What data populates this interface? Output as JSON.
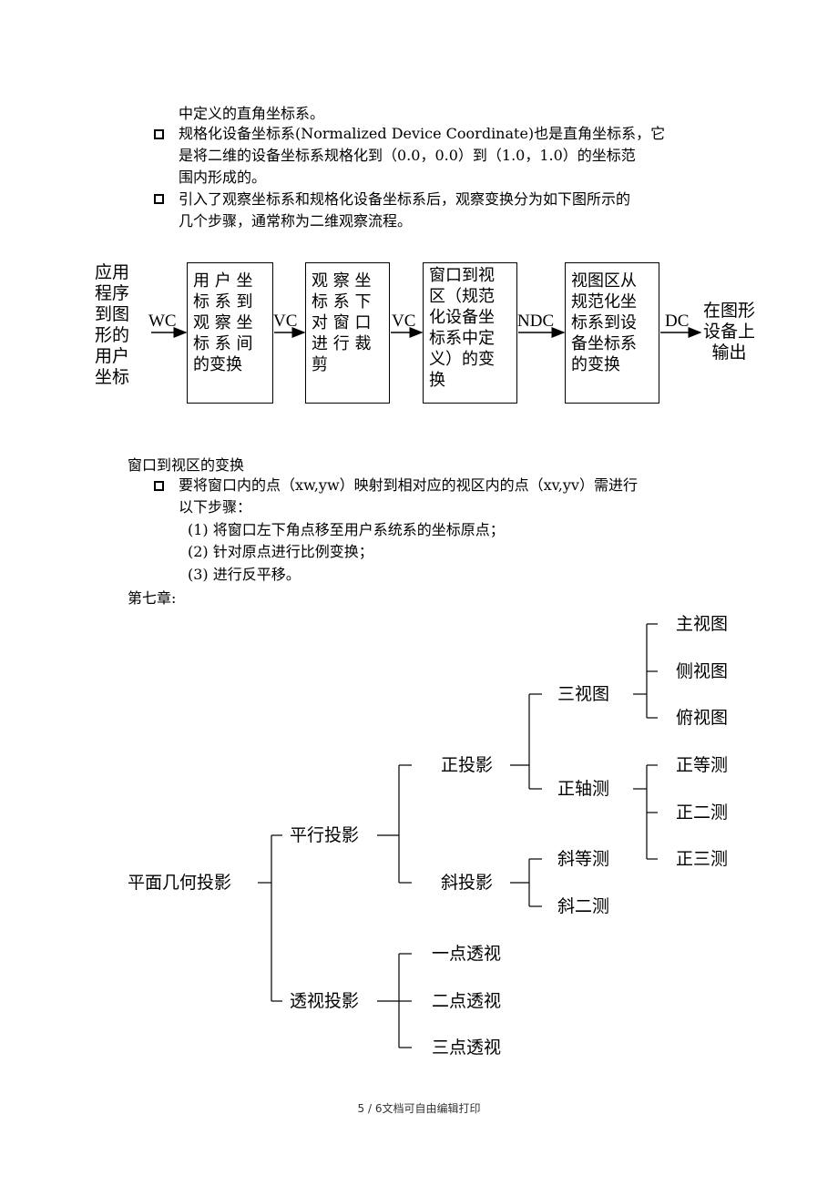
{
  "text": {
    "l1": "中定义的直角坐标系。",
    "b1a": "规格化设备坐标系(Normalized Device Coordinate)也是直角坐标系，它",
    "b1b": "是将二维的设备坐标系规格化到（0.0，0.0）到（1.0，1.0）的坐标范",
    "b1c": "围内形成的。",
    "b2a": "引入了观察坐标系和规格化设备坐标系后，观察变换分为如下图所示的",
    "b2b": "几个步骤，通常称为二维观察流程。",
    "section_title": "窗口到视区的变换",
    "b3a": "要将窗口内的点（xw,yw）映射到相对应的视区内的点（xv,yv）需进行",
    "b3b": "以下步骤：",
    "s1": "(1) 将窗口左下角点移至用户系统系的坐标原点；",
    "s2": "(2) 针对原点进行比例变换；",
    "s3": "(3) 进行反平移。",
    "chapter": "第七章:"
  },
  "flow": {
    "start": "应用\n程序\n到图\n形的\n用户\n坐标",
    "boxes": [
      "用 户 坐\n标 系 到\n观 察 坐\n标 系 间\n的变换",
      "观 察 坐\n标 系 下\n对 窗 口\n进 行 裁\n剪",
      "窗口到视\n区（规范\n化设备坐\n标系中定\n义）的变\n换",
      "视图区从\n规范化坐\n标系到设\n备坐标系\n的变换"
    ],
    "labels": [
      "WC",
      "VC",
      "VC",
      "NDC",
      "DC"
    ],
    "end": "在图形\n设备上\n输出"
  },
  "tree": {
    "root": "平面几何投影",
    "parallel": "平行投影",
    "perspective": "透视投影",
    "ortho": "正投影",
    "oblique": "斜投影",
    "three_view": "三视图",
    "axono": "正轴测",
    "main_view": "主视图",
    "side_view": "侧视图",
    "top_view": "俯视图",
    "iso": "正等测",
    "dimetric": "正二测",
    "trimetric": "正三测",
    "cavalier": "斜等测",
    "cabinet": "斜二测",
    "one_point": "一点透视",
    "two_point": "二点透视",
    "three_point": "三点透视"
  },
  "footer": "5 / 6文档可自由编辑打印"
}
